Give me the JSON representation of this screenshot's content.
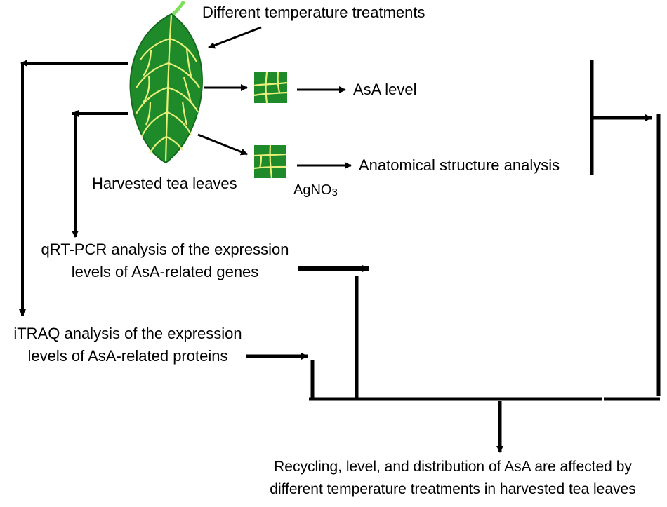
{
  "labels": {
    "temperature": "Different temperature treatments",
    "harvested": "Harvested tea leaves",
    "asa_level": "AsA level",
    "anatomical": "Anatomical structure analysis",
    "agno3_main": "AgNO",
    "agno3_sub": "3",
    "qrt_line1": "qRT-PCR analysis of the expression",
    "qrt_line2": "levels of AsA-related genes",
    "itraq_line1": "iTRAQ analysis of the expression",
    "itraq_line2": "levels of AsA-related proteins",
    "result_line1": "Recycling, level, and distribution of AsA are affected by",
    "result_line2": "different temperature treatments in harvested tea leaves"
  },
  "colors": {
    "leaf_fill": "#1f8a2a",
    "leaf_dark": "#136b1c",
    "vein": "#e8f07a",
    "stem": "#7ee05a",
    "line": "#000000"
  },
  "icons": {
    "leaf": "tea-leaf-icon",
    "sample": "leaf-sample-icon"
  }
}
